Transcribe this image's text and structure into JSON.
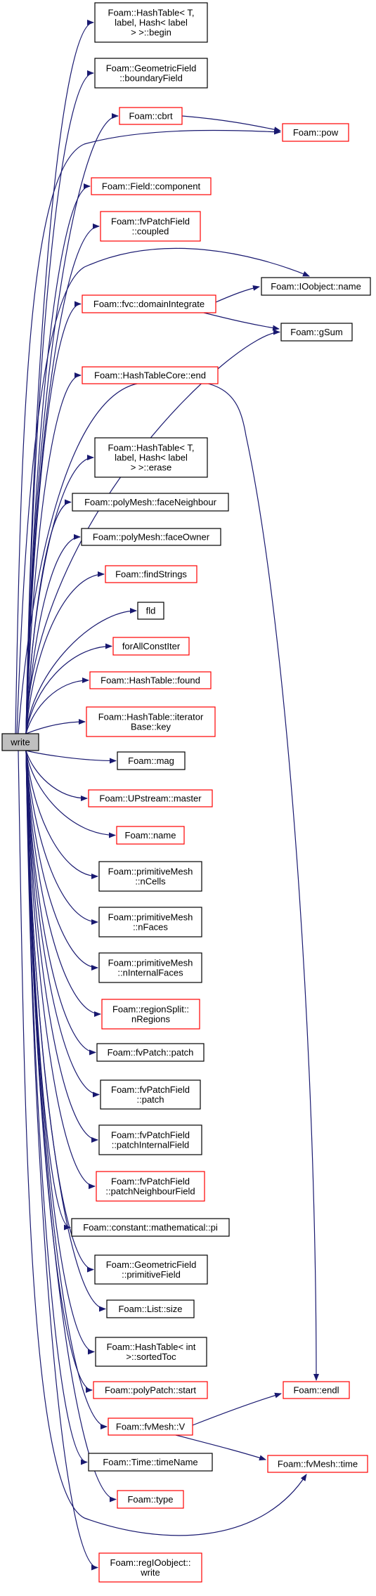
{
  "diagram": {
    "colors": {
      "edge": "#191970",
      "black_border": "#000000",
      "red_border": "#ff0000",
      "root_fill": "#bfbfbf",
      "node_fill": "#ffffff"
    },
    "root": {
      "id": "write",
      "lines": [
        "write"
      ]
    },
    "nodes": [
      {
        "id": "htbegin",
        "lines": [
          "Foam::HashTable< T,",
          "label, Hash< label",
          "> >::begin"
        ],
        "border": "black"
      },
      {
        "id": "gfbf",
        "lines": [
          "Foam::GeometricField",
          "::boundaryField"
        ],
        "border": "black"
      },
      {
        "id": "cbrt",
        "lines": [
          "Foam::cbrt"
        ],
        "border": "red"
      },
      {
        "id": "pow",
        "lines": [
          "Foam::pow"
        ],
        "border": "red"
      },
      {
        "id": "component",
        "lines": [
          "Foam::Field::component"
        ],
        "border": "red"
      },
      {
        "id": "coupled",
        "lines": [
          "Foam::fvPatchField",
          "::coupled"
        ],
        "border": "red"
      },
      {
        "id": "iobjname",
        "lines": [
          "Foam::IOobject::name"
        ],
        "border": "black"
      },
      {
        "id": "domint",
        "lines": [
          "Foam::fvc::domainIntegrate"
        ],
        "border": "red"
      },
      {
        "id": "gsum",
        "lines": [
          "Foam::gSum"
        ],
        "border": "black"
      },
      {
        "id": "htcend",
        "lines": [
          "Foam::HashTableCore::end"
        ],
        "border": "red"
      },
      {
        "id": "hterase",
        "lines": [
          "Foam::HashTable< T,",
          "label, Hash< label",
          "> >::erase"
        ],
        "border": "black"
      },
      {
        "id": "faceneigh",
        "lines": [
          "Foam::polyMesh::faceNeighbour"
        ],
        "border": "black"
      },
      {
        "id": "faceowner",
        "lines": [
          "Foam::polyMesh::faceOwner"
        ],
        "border": "black"
      },
      {
        "id": "findstrings",
        "lines": [
          "Foam::findStrings"
        ],
        "border": "red"
      },
      {
        "id": "fld",
        "lines": [
          "fld"
        ],
        "border": "black"
      },
      {
        "id": "forall",
        "lines": [
          "forAllConstIter"
        ],
        "border": "red"
      },
      {
        "id": "found",
        "lines": [
          "Foam::HashTable::found"
        ],
        "border": "red"
      },
      {
        "id": "iterkey",
        "lines": [
          "Foam::HashTable::iterator",
          "Base::key"
        ],
        "border": "red"
      },
      {
        "id": "mag",
        "lines": [
          "Foam::mag"
        ],
        "border": "black"
      },
      {
        "id": "master",
        "lines": [
          "Foam::UPstream::master"
        ],
        "border": "red"
      },
      {
        "id": "name",
        "lines": [
          "Foam::name"
        ],
        "border": "red"
      },
      {
        "id": "ncells",
        "lines": [
          "Foam::primitiveMesh",
          "::nCells"
        ],
        "border": "black"
      },
      {
        "id": "nfaces",
        "lines": [
          "Foam::primitiveMesh",
          "::nFaces"
        ],
        "border": "black"
      },
      {
        "id": "ninternal",
        "lines": [
          "Foam::primitiveMesh",
          "::nInternalFaces"
        ],
        "border": "black"
      },
      {
        "id": "nregions",
        "lines": [
          "Foam::regionSplit::",
          "nRegions"
        ],
        "border": "red"
      },
      {
        "id": "fvpatch",
        "lines": [
          "Foam::fvPatch::patch"
        ],
        "border": "black"
      },
      {
        "id": "fvpfpatch",
        "lines": [
          "Foam::fvPatchField",
          "::patch"
        ],
        "border": "black"
      },
      {
        "id": "pif",
        "lines": [
          "Foam::fvPatchField",
          "::patchInternalField"
        ],
        "border": "black"
      },
      {
        "id": "pnf",
        "lines": [
          "Foam::fvPatchField",
          "::patchNeighbourField"
        ],
        "border": "red"
      },
      {
        "id": "pi",
        "lines": [
          "Foam::constant::mathematical::pi"
        ],
        "border": "black"
      },
      {
        "id": "primfield",
        "lines": [
          "Foam::GeometricField",
          "::primitiveField"
        ],
        "border": "black"
      },
      {
        "id": "listsize",
        "lines": [
          "Foam::List::size"
        ],
        "border": "black"
      },
      {
        "id": "sortedtoc",
        "lines": [
          "Foam::HashTable< int",
          ">::sortedToc"
        ],
        "border": "black"
      },
      {
        "id": "ppstart",
        "lines": [
          "Foam::polyPatch::start"
        ],
        "border": "red"
      },
      {
        "id": "endl",
        "lines": [
          "Foam::endl"
        ],
        "border": "red"
      },
      {
        "id": "fvmeshv",
        "lines": [
          "Foam::fvMesh::V"
        ],
        "border": "red"
      },
      {
        "id": "timename",
        "lines": [
          "Foam::Time::timeName"
        ],
        "border": "black"
      },
      {
        "id": "fvmeshtime",
        "lines": [
          "Foam::fvMesh::time"
        ],
        "border": "red"
      },
      {
        "id": "type",
        "lines": [
          "Foam::type"
        ],
        "border": "red"
      },
      {
        "id": "regwrite",
        "lines": [
          "Foam::regIOobject::",
          "write"
        ],
        "border": "red"
      }
    ],
    "edges": [
      [
        "write",
        "htbegin"
      ],
      [
        "write",
        "gfbf"
      ],
      [
        "write",
        "cbrt"
      ],
      [
        "write",
        "pow"
      ],
      [
        "write",
        "component"
      ],
      [
        "write",
        "coupled"
      ],
      [
        "write",
        "iobjname"
      ],
      [
        "write",
        "domint"
      ],
      [
        "write",
        "gsum"
      ],
      [
        "write",
        "htcend"
      ],
      [
        "write",
        "endl"
      ],
      [
        "write",
        "hterase"
      ],
      [
        "write",
        "faceneigh"
      ],
      [
        "write",
        "faceowner"
      ],
      [
        "write",
        "findstrings"
      ],
      [
        "write",
        "fld"
      ],
      [
        "write",
        "forall"
      ],
      [
        "write",
        "found"
      ],
      [
        "write",
        "iterkey"
      ],
      [
        "write",
        "mag"
      ],
      [
        "write",
        "master"
      ],
      [
        "write",
        "name"
      ],
      [
        "write",
        "ncells"
      ],
      [
        "write",
        "nfaces"
      ],
      [
        "write",
        "ninternal"
      ],
      [
        "write",
        "nregions"
      ],
      [
        "write",
        "fvpatch"
      ],
      [
        "write",
        "fvpfpatch"
      ],
      [
        "write",
        "pif"
      ],
      [
        "write",
        "pnf"
      ],
      [
        "write",
        "pi"
      ],
      [
        "write",
        "primfield"
      ],
      [
        "write",
        "listsize"
      ],
      [
        "write",
        "sortedtoc"
      ],
      [
        "write",
        "ppstart"
      ],
      [
        "write",
        "fvmeshv"
      ],
      [
        "write",
        "timename"
      ],
      [
        "write",
        "type"
      ],
      [
        "write",
        "fvmeshtime"
      ],
      [
        "write",
        "regwrite"
      ],
      [
        "cbrt",
        "pow"
      ],
      [
        "domint",
        "iobjname"
      ],
      [
        "domint",
        "gsum"
      ],
      [
        "fvmeshv",
        "endl"
      ],
      [
        "fvmeshv",
        "fvmeshtime"
      ]
    ]
  }
}
